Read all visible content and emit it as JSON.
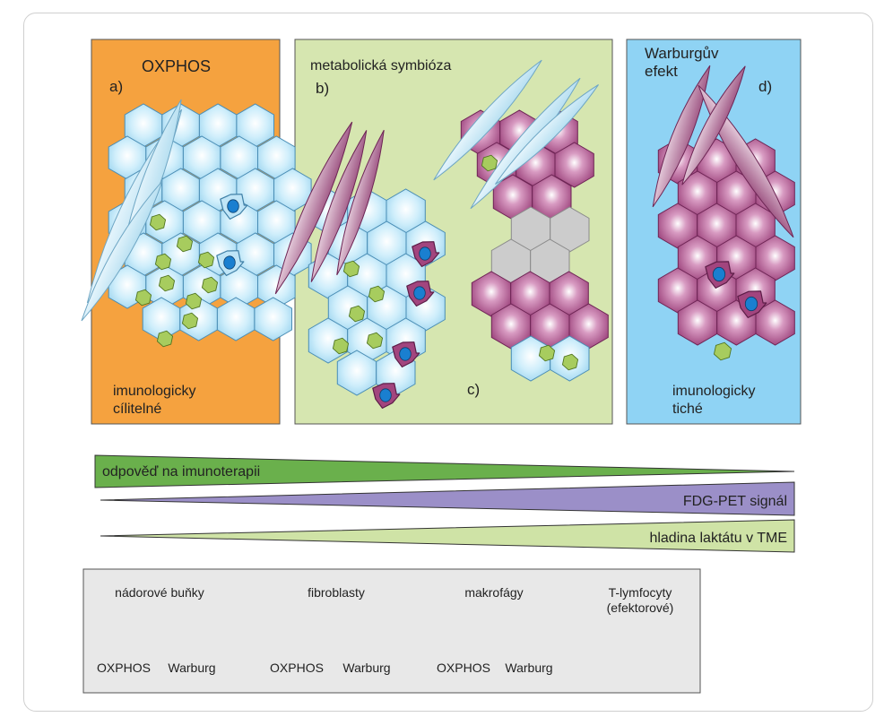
{
  "panels": {
    "a": {
      "title": "OXPHOS",
      "letter": "a)",
      "footer_line1": "imunologicky",
      "footer_line2": "cílitelné"
    },
    "b": {
      "title": "metabolická symbióza",
      "letter": "b)",
      "letter_c": "c)"
    },
    "d": {
      "title_line1": "Warburgův",
      "title_line2": "efekt",
      "letter": "d)",
      "footer_line1": "imunologicky",
      "footer_line2": "tiché"
    }
  },
  "gradients": [
    {
      "label": "odpověď na imunoterapii",
      "color": "#6ab04c"
    },
    {
      "label": "FDG-PET signál",
      "color": "#9b8fc8"
    },
    {
      "label": "hladina laktátu v TME",
      "color": "#cfe3a6"
    }
  ],
  "legend": {
    "tumor": {
      "title": "nádorové buňky",
      "ox": "OXPHOS",
      "wb": "Warburg"
    },
    "fibro": {
      "title": "fibroblasty",
      "ox": "OXPHOS",
      "wb": "Warburg"
    },
    "macro": {
      "title": "makrofágy",
      "ox": "OXPHOS",
      "wb": "Warburg"
    },
    "tcell": {
      "title_line1": "T-lymfocyty",
      "title_line2": "(efektorové)"
    }
  },
  "colors": {
    "panel_a": "#f5a23f",
    "panel_bc": "#d6e6b0",
    "panel_d": "#8fd3f4",
    "oxphos_cell": "#bfe5f7",
    "warburg_cell": "#a2457e",
    "hypoxic_cell": "#cccccc",
    "tcell": "#a7cc5e",
    "legend_bg": "#e8e8e8"
  }
}
